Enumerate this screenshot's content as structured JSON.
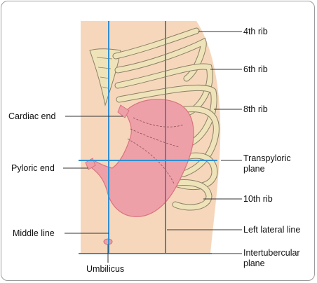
{
  "labels": {
    "rib4": "4th rib",
    "rib6": "6th rib",
    "rib8": "8th rib",
    "cardiac_end": "Cardiac end",
    "transpyloric_1": "Transpyloric",
    "transpyloric_2": "plane",
    "pyloric_end": "Pyloric end",
    "rib10": "10th rib",
    "middle_line": "Middle line",
    "left_lateral_line": "Left lateral line",
    "intertubercular_1": "Intertubercular",
    "intertubercular_2": "plane",
    "umbilicus": "Umbilicus"
  },
  "colors": {
    "skin": "#f6d7bb",
    "stomach": "#eea0a8",
    "stomach_dark": "#d9737f",
    "bone": "#efe3b9",
    "bone_edge": "#8a8066",
    "plane_line": "#2f8fd1",
    "leader": "#333333"
  }
}
